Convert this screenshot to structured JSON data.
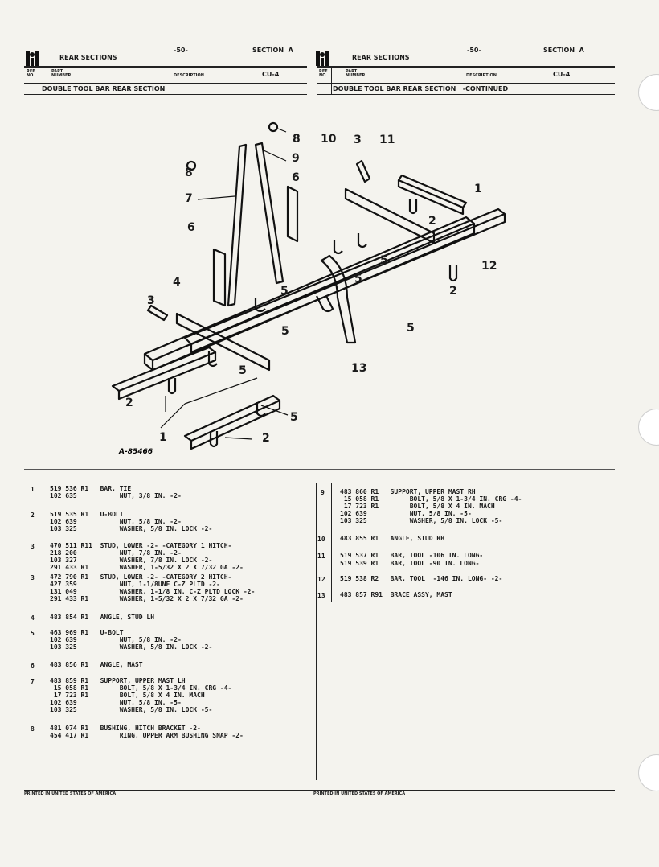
{
  "header": {
    "left": {
      "title": "REAR SECTIONS",
      "page": "-50-",
      "section": "SECTION  A",
      "code": "CU-4",
      "ref_label": "REF. NO.",
      "part_label": "PART NUMBER",
      "desc_label": "DESCRIPTION",
      "subtitle": "DOUBLE TOOL BAR REAR SECTION"
    },
    "right": {
      "title": "REAR SECTIONS",
      "page": "-50-",
      "section": "SECTION  A",
      "code": "CU-4",
      "ref_label": "REF. NO.",
      "part_label": "PART NUMBER",
      "desc_label": "DESCRIPTION",
      "subtitle": "DOUBLE TOOL BAR REAR SECTION   -CONTINUED"
    }
  },
  "illustration": {
    "figure_id": "A-85466",
    "callouts": [
      "1",
      "2",
      "3",
      "4",
      "5",
      "6",
      "7",
      "8",
      "9",
      "10",
      "11",
      "12",
      "13"
    ]
  },
  "parts_left": [
    {
      "ref": "1",
      "lines": [
        "519 536 R1   BAR, TIE",
        "102 635           NUT, 3/8 IN. -2-"
      ]
    },
    {
      "ref": "2",
      "lines": [
        "519 535 R1   U-BOLT",
        "102 639           NUT, 5/8 IN. -2-",
        "103 325           WASHER, 5/8 IN. LOCK -2-"
      ]
    },
    {
      "ref": "3",
      "lines": [
        "470 511 R11  STUD, LOWER -2- -CATEGORY 1 HITCH-",
        "218 200           NUT, 7/8 IN. -2-",
        "103 327           WASHER, 7/8 IN. LOCK -2-",
        "291 433 R1        WASHER, 1-5/32 X 2 X 7/32 GA -2-"
      ]
    },
    {
      "ref": "3",
      "lines": [
        "472 790 R1   STUD, LOWER -2- -CATEGORY 2 HITCH-",
        "427 359           NUT, 1-1/8UNF C-Z PLTD -2-",
        "131 049           WASHER, 1-1/8 IN. C-Z PLTD LOCK -2-",
        "291 433 R1        WASHER, 1-5/32 X 2 X 7/32 GA -2-"
      ]
    },
    {
      "ref": "4",
      "lines": [
        "483 854 R1   ANGLE, STUD LH"
      ]
    },
    {
      "ref": "5",
      "lines": [
        "463 969 R1   U-BOLT",
        "102 639           NUT, 5/8 IN. -2-",
        "103 325           WASHER, 5/8 IN. LOCK -2-"
      ]
    },
    {
      "ref": "6",
      "lines": [
        "483 856 R1   ANGLE, MAST"
      ]
    },
    {
      "ref": "7",
      "lines": [
        "483 859 R1   SUPPORT, UPPER MAST LH",
        " 15 058 R1        BOLT, 5/8 X 1-3/4 IN. CRG -4-",
        " 17 723 R1        BOLT, 5/8 X 4 IN. MACH",
        "102 639           NUT, 5/8 IN. -5-",
        "103 325           WASHER, 5/8 IN. LOCK -5-"
      ]
    },
    {
      "ref": "8",
      "lines": [
        "481 074 R1   BUSHING, HITCH BRACKET -2-",
        "454 417 R1        RING, UPPER ARM BUSHING SNAP -2-"
      ]
    }
  ],
  "parts_right": [
    {
      "ref": "9",
      "lines": [
        "483 860 R1   SUPPORT, UPPER MAST RH",
        " 15 058 R1        BOLT, 5/8 X 1-3/4 IN. CRG -4-",
        " 17 723 R1        BOLT, 5/8 X 4 IN. MACH",
        "102 639           NUT, 5/8 IN. -5-",
        "103 325           WASHER, 5/8 IN. LOCK -5-"
      ]
    },
    {
      "ref": "10",
      "lines": [
        "483 855 R1   ANGLE, STUD RH"
      ]
    },
    {
      "ref": "11",
      "lines": [
        "519 537 R1   BAR, TOOL -106 IN. LONG-",
        "519 539 R1   BAR, TOOL -90 IN. LONG-"
      ]
    },
    {
      "ref": "12",
      "lines": [
        "519 538 R2   BAR, TOOL  -146 IN. LONG- -2-"
      ]
    },
    {
      "ref": "13",
      "lines": [
        "483 857 R91  BRACE ASSY, MAST"
      ]
    }
  ],
  "footer": {
    "left": "PRINTED IN UNITED STATES OF AMERICA",
    "right": "PRINTED IN UNITED STATES OF AMERICA"
  }
}
